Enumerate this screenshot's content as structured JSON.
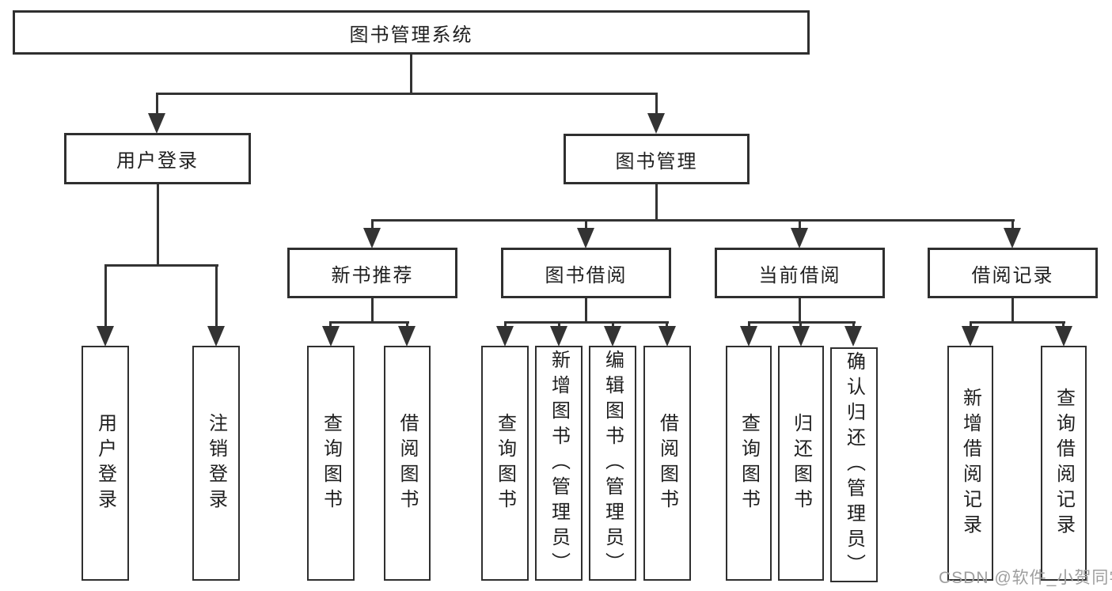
{
  "tree": {
    "label": "图书管理系统",
    "children": [
      {
        "label": "用户登录",
        "children": [
          {
            "label": "用户登录"
          },
          {
            "label": "注销登录"
          }
        ]
      },
      {
        "label": "图书管理",
        "children": [
          {
            "label": "新书推荐",
            "children": [
              {
                "label": "查询图书"
              },
              {
                "label": "借阅图书"
              }
            ]
          },
          {
            "label": "图书借阅",
            "children": [
              {
                "label": "查询图书"
              },
              {
                "label": "新增图书（管理员）"
              },
              {
                "label": "编辑图书（管理员）"
              },
              {
                "label": "借阅图书"
              }
            ]
          },
          {
            "label": "当前借阅",
            "children": [
              {
                "label": "查询图书"
              },
              {
                "label": "归还图书"
              },
              {
                "label": "确认归还（管理员）"
              }
            ]
          },
          {
            "label": "借阅记录",
            "children": [
              {
                "label": "新增借阅记录"
              },
              {
                "label": "查询借阅记录"
              }
            ]
          }
        ]
      }
    ]
  },
  "watermark": {
    "text": "CSDN @软件_小贺同学",
    "color": "#9e9e9e"
  },
  "colors": {
    "background": "#ffffff",
    "box_fill": "#ffffff",
    "border": "#2f2f2f",
    "line": "#333333",
    "text": "#1f1f1f"
  }
}
